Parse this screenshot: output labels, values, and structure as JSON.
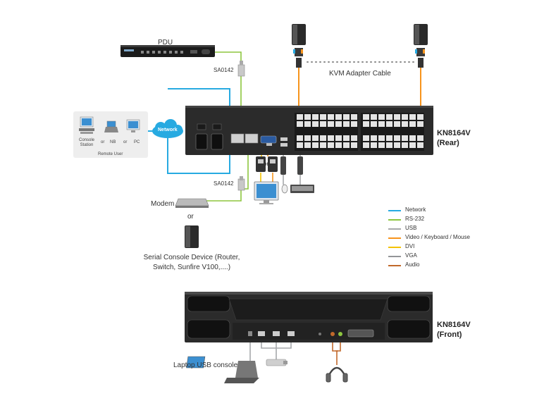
{
  "labels": {
    "pdu": "PDU",
    "sa0142_top": "SA0142",
    "sa0142_bottom": "SA0142",
    "kvm_adapter_cable": "KVM Adapter Cable",
    "rear_model": "KN8164V",
    "rear_sub": "(Rear)",
    "front_model": "KN8164V",
    "front_sub": "(Front)",
    "network_cloud": "Network",
    "console_station": "Console Station",
    "or_1": "or",
    "nb": "NB",
    "or_2": "or",
    "pc": "PC",
    "remote_user": "Remote User",
    "modem": "Modem",
    "or_modem": "or",
    "serial_line1": "Serial Console Device (Router,",
    "serial_line2": "Switch, Sunfire V100,....)",
    "or_dvi": "or",
    "laptop_usb": "Laptop USB console"
  },
  "legend": [
    {
      "label": "Network",
      "color": "#27aae1"
    },
    {
      "label": "RS-232",
      "color": "#8dc63f"
    },
    {
      "label": "USB",
      "color": "#a7a9ac"
    },
    {
      "label": "Video / Keyboard / Mouse",
      "color": "#f7941d"
    },
    {
      "label": "DVI",
      "color": "#f4c300"
    },
    {
      "label": "VGA",
      "color": "#939598"
    },
    {
      "label": "Audio",
      "color": "#c1692b"
    }
  ]
}
